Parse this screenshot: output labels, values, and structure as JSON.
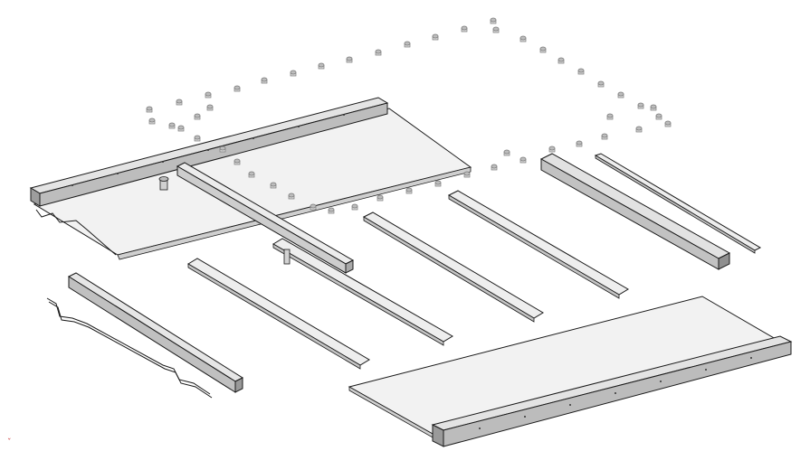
{
  "drawing": {
    "type": "exploded isometric assembly view",
    "line_color": "#1a1a1a",
    "part_fill_light": "#f1f1f1",
    "part_fill_mid": "#d6d6d6",
    "part_fill_dark": "#a9a9a9",
    "fastener_color": "#7a7a7a",
    "part_count": 11,
    "fastener_count": 60
  },
  "marks": {
    "corner_glyph": "ˇ"
  }
}
